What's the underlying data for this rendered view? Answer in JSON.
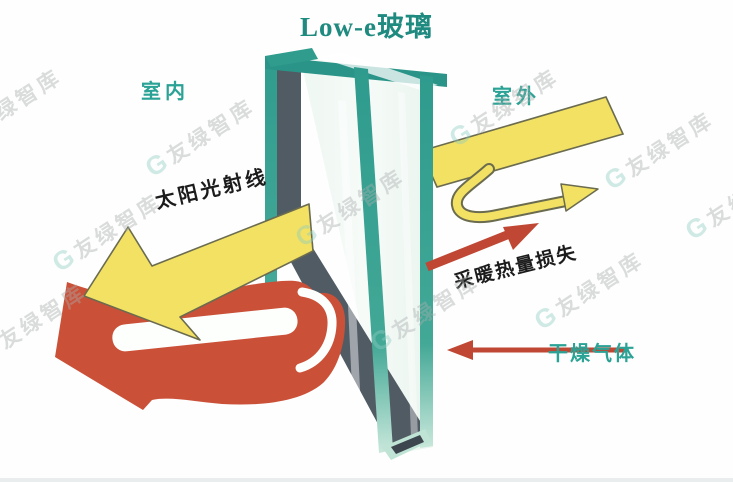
{
  "title": "Low-e玻璃",
  "labels": {
    "indoor": "室内",
    "outdoor": "室外",
    "sunlight": "太阳光射线",
    "heat_loss": "采暖热量损失",
    "dry_gas": "干燥气体"
  },
  "watermark": {
    "logo": "G",
    "text": "友绿智库"
  },
  "colors": {
    "title_teal": "#1f8a80",
    "label_teal": "#2aa295",
    "glass_edge_teal": "#2f9c8e",
    "glass_dark_slate": "#515b64",
    "sun_yellow": "#f2e163",
    "yellow_outline": "#6b6b4f",
    "heat_red": "#cb5038",
    "arrow_red": "#bf4733",
    "text_dark": "#1c1c1c",
    "background": "#fdfefd"
  }
}
